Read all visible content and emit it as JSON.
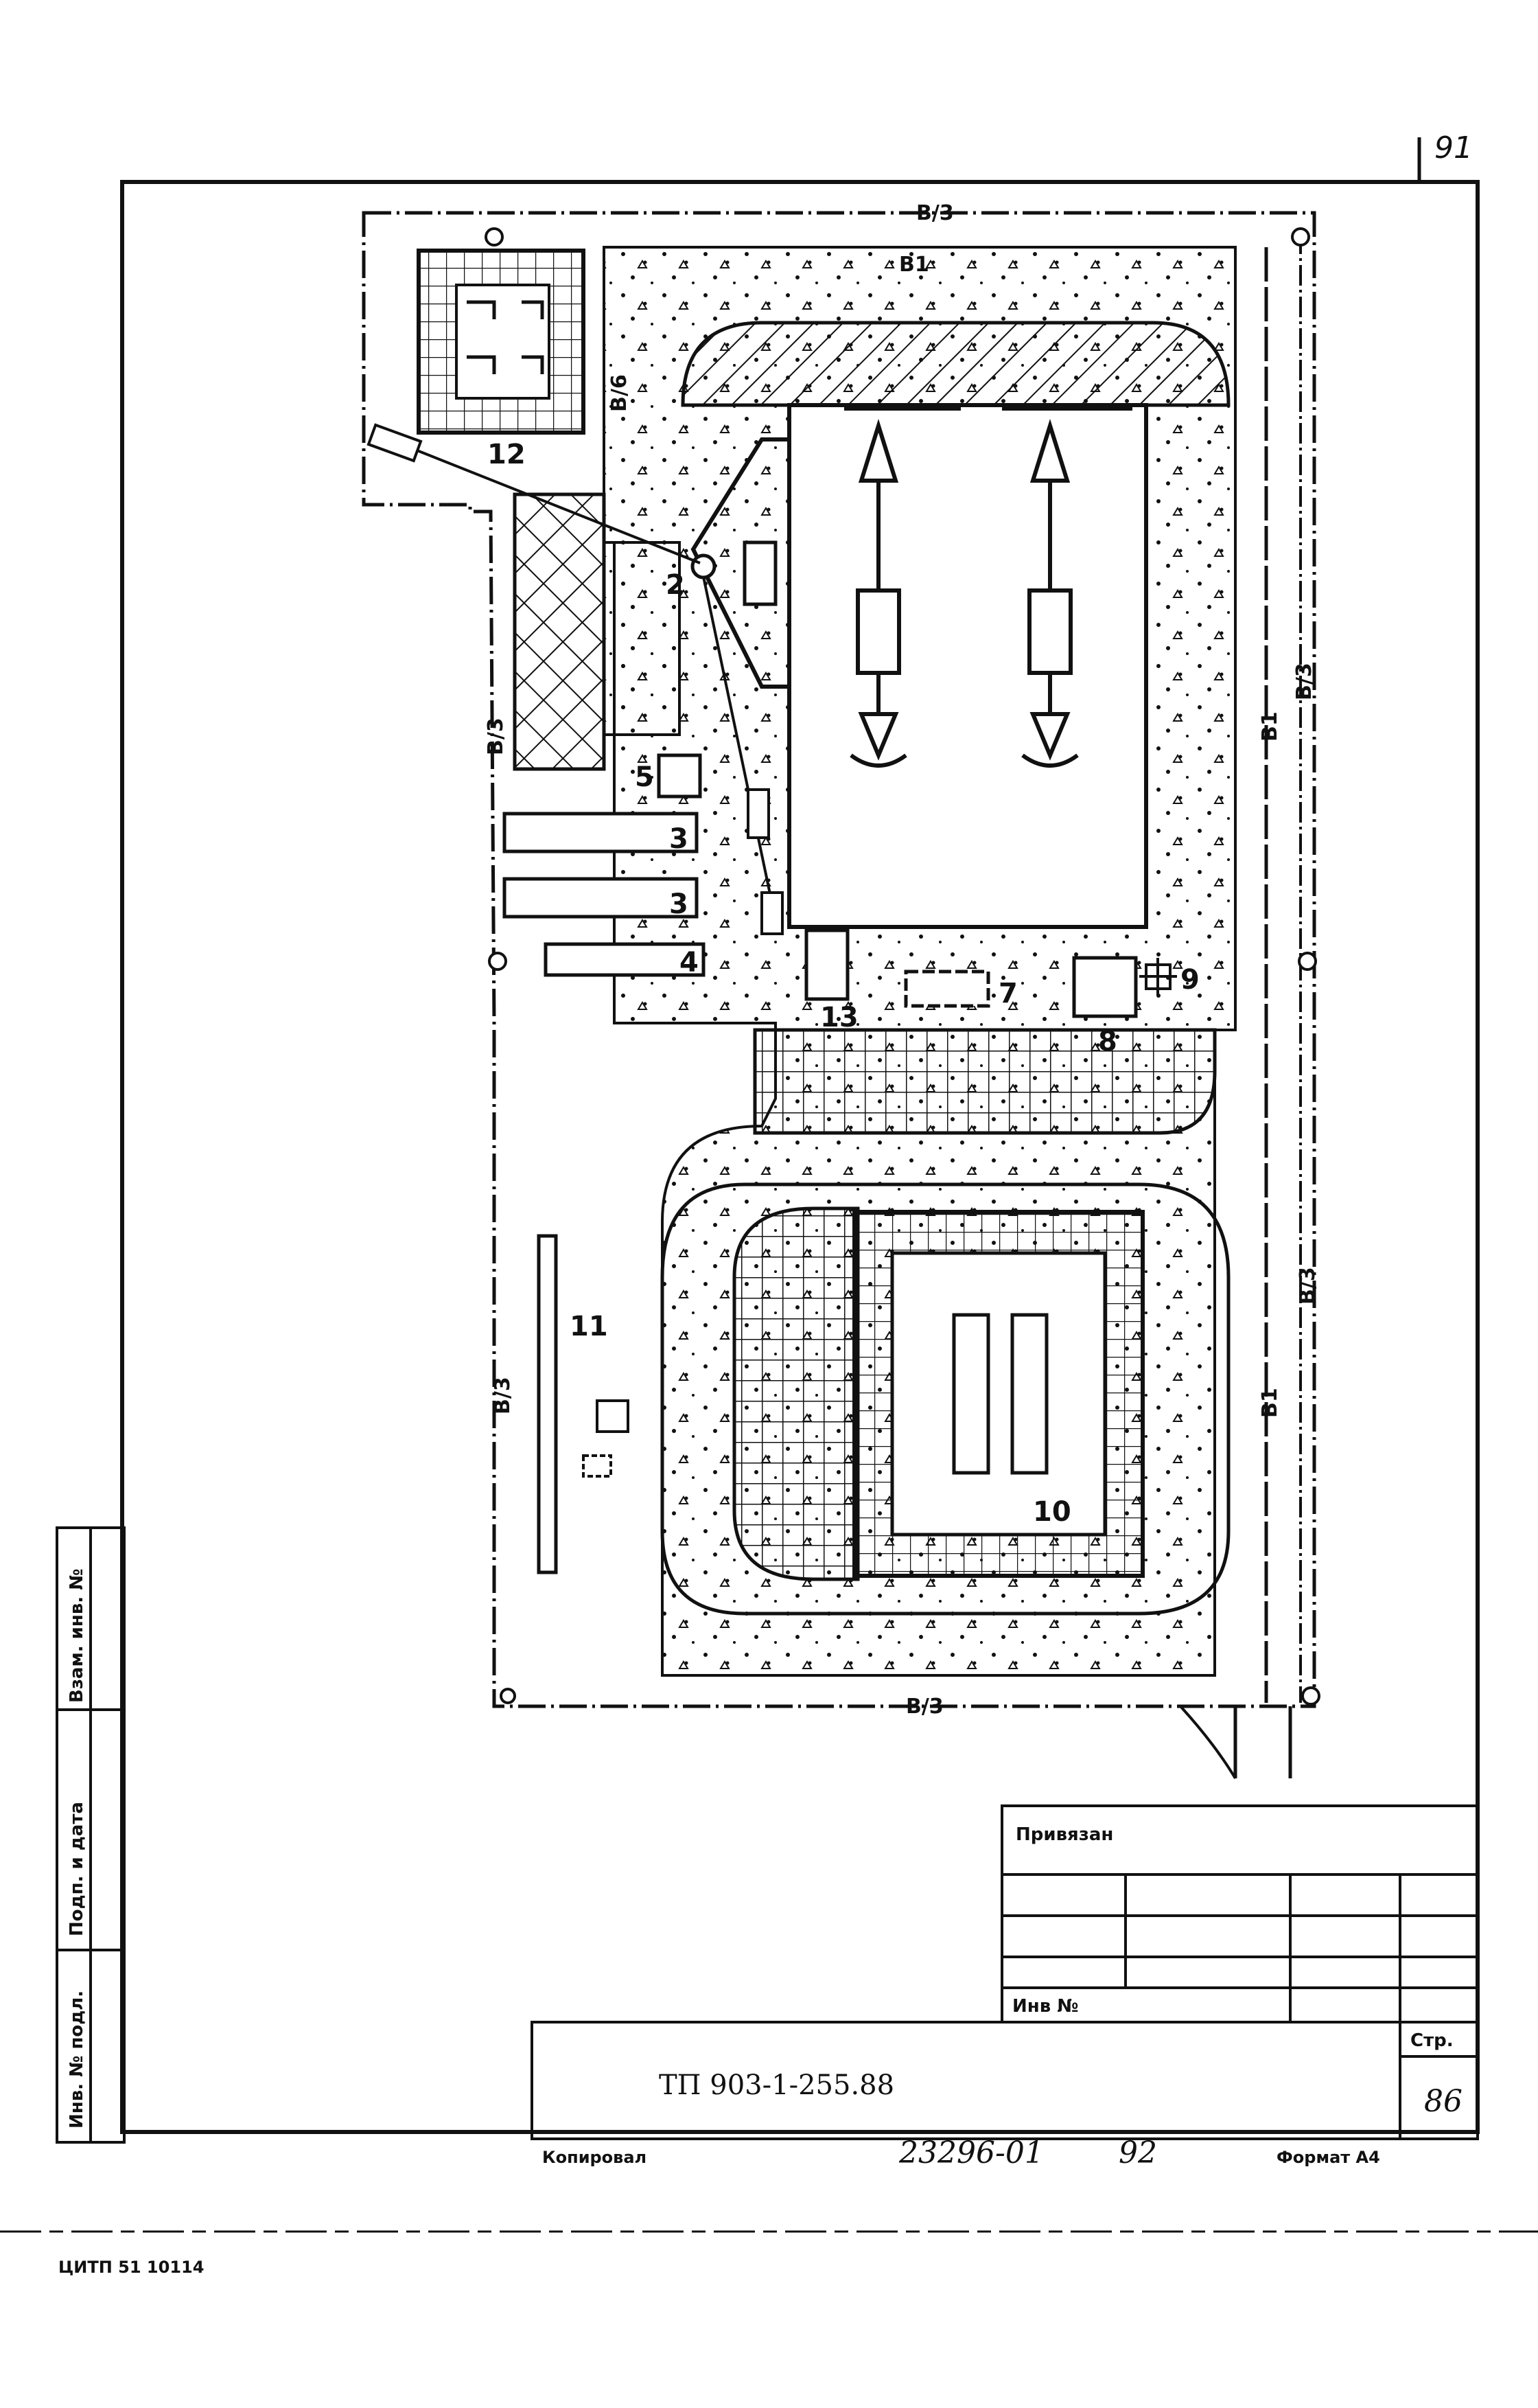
{
  "page": {
    "sheet_number": "91"
  },
  "plan": {
    "labels": {
      "n2": "2",
      "n3a": "3",
      "n3b": "3",
      "n4": "4",
      "n5": "5",
      "n7": "7",
      "n8": "8",
      "n9": "9",
      "n10": "10",
      "n11": "11",
      "n12": "12",
      "n13": "13"
    },
    "pipes": {
      "b3_top": "B/3",
      "b1_top": "B1",
      "b6_left": "B/6",
      "b3_left_up": "B/3",
      "b3_left_low": "B/3",
      "b1_right_up": "B1",
      "b1_right_low": "B1",
      "b3_right_up": "B/3",
      "b3_right_low": "B/3",
      "b3_bottom": "B/3"
    }
  },
  "side_stamp": {
    "col1": "Инв. № подл.",
    "col2": "Подп. и дата",
    "col3": "Взам. инв. №"
  },
  "title_block": {
    "privyazan": "Привязан",
    "inv_no": "Инв №",
    "doc_code": "ТП 903-1-255.88",
    "str_label": "Стр.",
    "str_value": "86"
  },
  "footer": {
    "kopiroval": "Копировал",
    "order": "23296-01",
    "sheet": "92",
    "format": "Формат А4",
    "print_code": "ЦИТП 51 10114"
  }
}
